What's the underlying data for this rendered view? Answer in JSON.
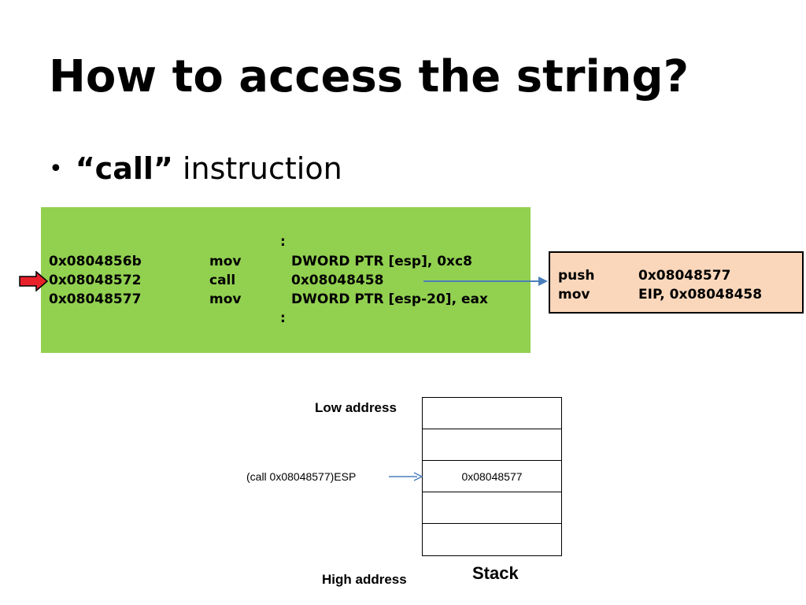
{
  "slide": {
    "title": "How to access the string?",
    "bullet": {
      "marker": "•",
      "bold": "“call”",
      "text": " instruction"
    }
  },
  "code_box": {
    "ellipsis_top": ":",
    "ellipsis_bottom": ":",
    "lines": [
      {
        "address": "0x0804856b",
        "op": "mov",
        "args": "DWORD PTR [esp], 0xc8"
      },
      {
        "address": "0x08048572",
        "op": "call",
        "args": "0x08048458"
      },
      {
        "address": "0x08048577",
        "op": "mov",
        "args": "DWORD PTR [esp-20], eax"
      }
    ],
    "current_line_index": 1,
    "colors": {
      "background": "#92d050",
      "pointer": "#e8202a",
      "arrow": "#4a7ebb"
    }
  },
  "push_box": {
    "lines": [
      {
        "op": "push",
        "args": "0x08048577"
      },
      {
        "op": "mov",
        "args": "EIP, 0x08048458"
      }
    ],
    "colors": {
      "background": "#fad7bb"
    }
  },
  "stack": {
    "low_label": "Low address",
    "high_label": "High address",
    "caption": "Stack",
    "esp_label": "(call 0x08048577)ESP",
    "cells": [
      "",
      "",
      "0x08048577",
      "",
      ""
    ],
    "esp_cell_index": 2
  }
}
